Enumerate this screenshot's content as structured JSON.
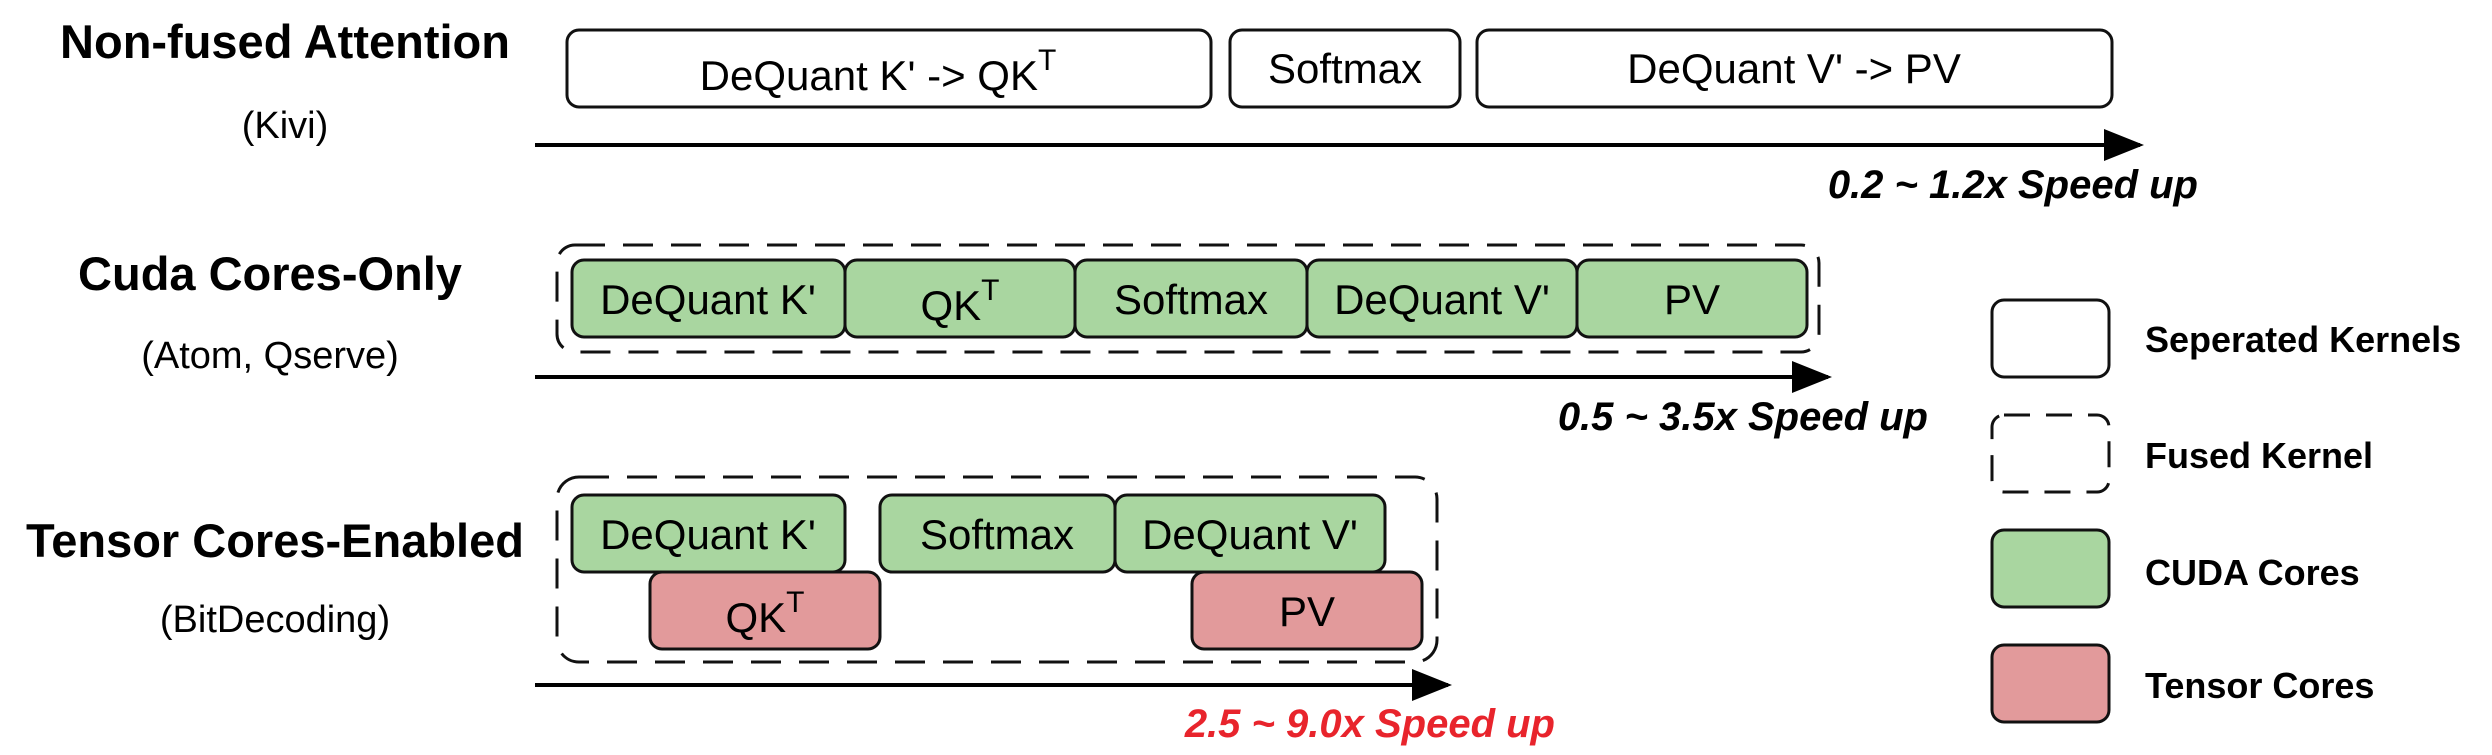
{
  "rows": [
    {
      "title": "Non-fused Attention",
      "subtitle": "(Kivi)",
      "boxes": [
        "DeQuant K' -> QK",
        "Softmax",
        "DeQuant V' -> PV"
      ],
      "superscript": "T",
      "speedup": "0.2 ~ 1.2x Speed up"
    },
    {
      "title": "Cuda Cores-Only",
      "subtitle": "(Atom, Qserve)",
      "boxes": [
        "DeQuant K'",
        "QK",
        "Softmax",
        "DeQuant V'",
        "PV"
      ],
      "superscript": "T",
      "speedup": "0.5 ~ 3.5x Speed up"
    },
    {
      "title": "Tensor Cores-Enabled",
      "subtitle": "(BitDecoding)",
      "boxes": [
        "DeQuant K'",
        "Softmax",
        "DeQuant V'",
        "QK",
        "PV"
      ],
      "superscript": "T",
      "speedup": "2.5 ~ 9.0x Speed up"
    }
  ],
  "legend": [
    {
      "label": "Seperated Kernels"
    },
    {
      "label": "Fused Kernel"
    },
    {
      "label": "CUDA Cores"
    },
    {
      "label": "Tensor Cores"
    }
  ],
  "colors": {
    "cuda": "#a9d6a0",
    "tensor": "#e29a9b",
    "speedup_black": "#000000",
    "speedup_red": "#e8242c",
    "stroke": "#111111"
  }
}
